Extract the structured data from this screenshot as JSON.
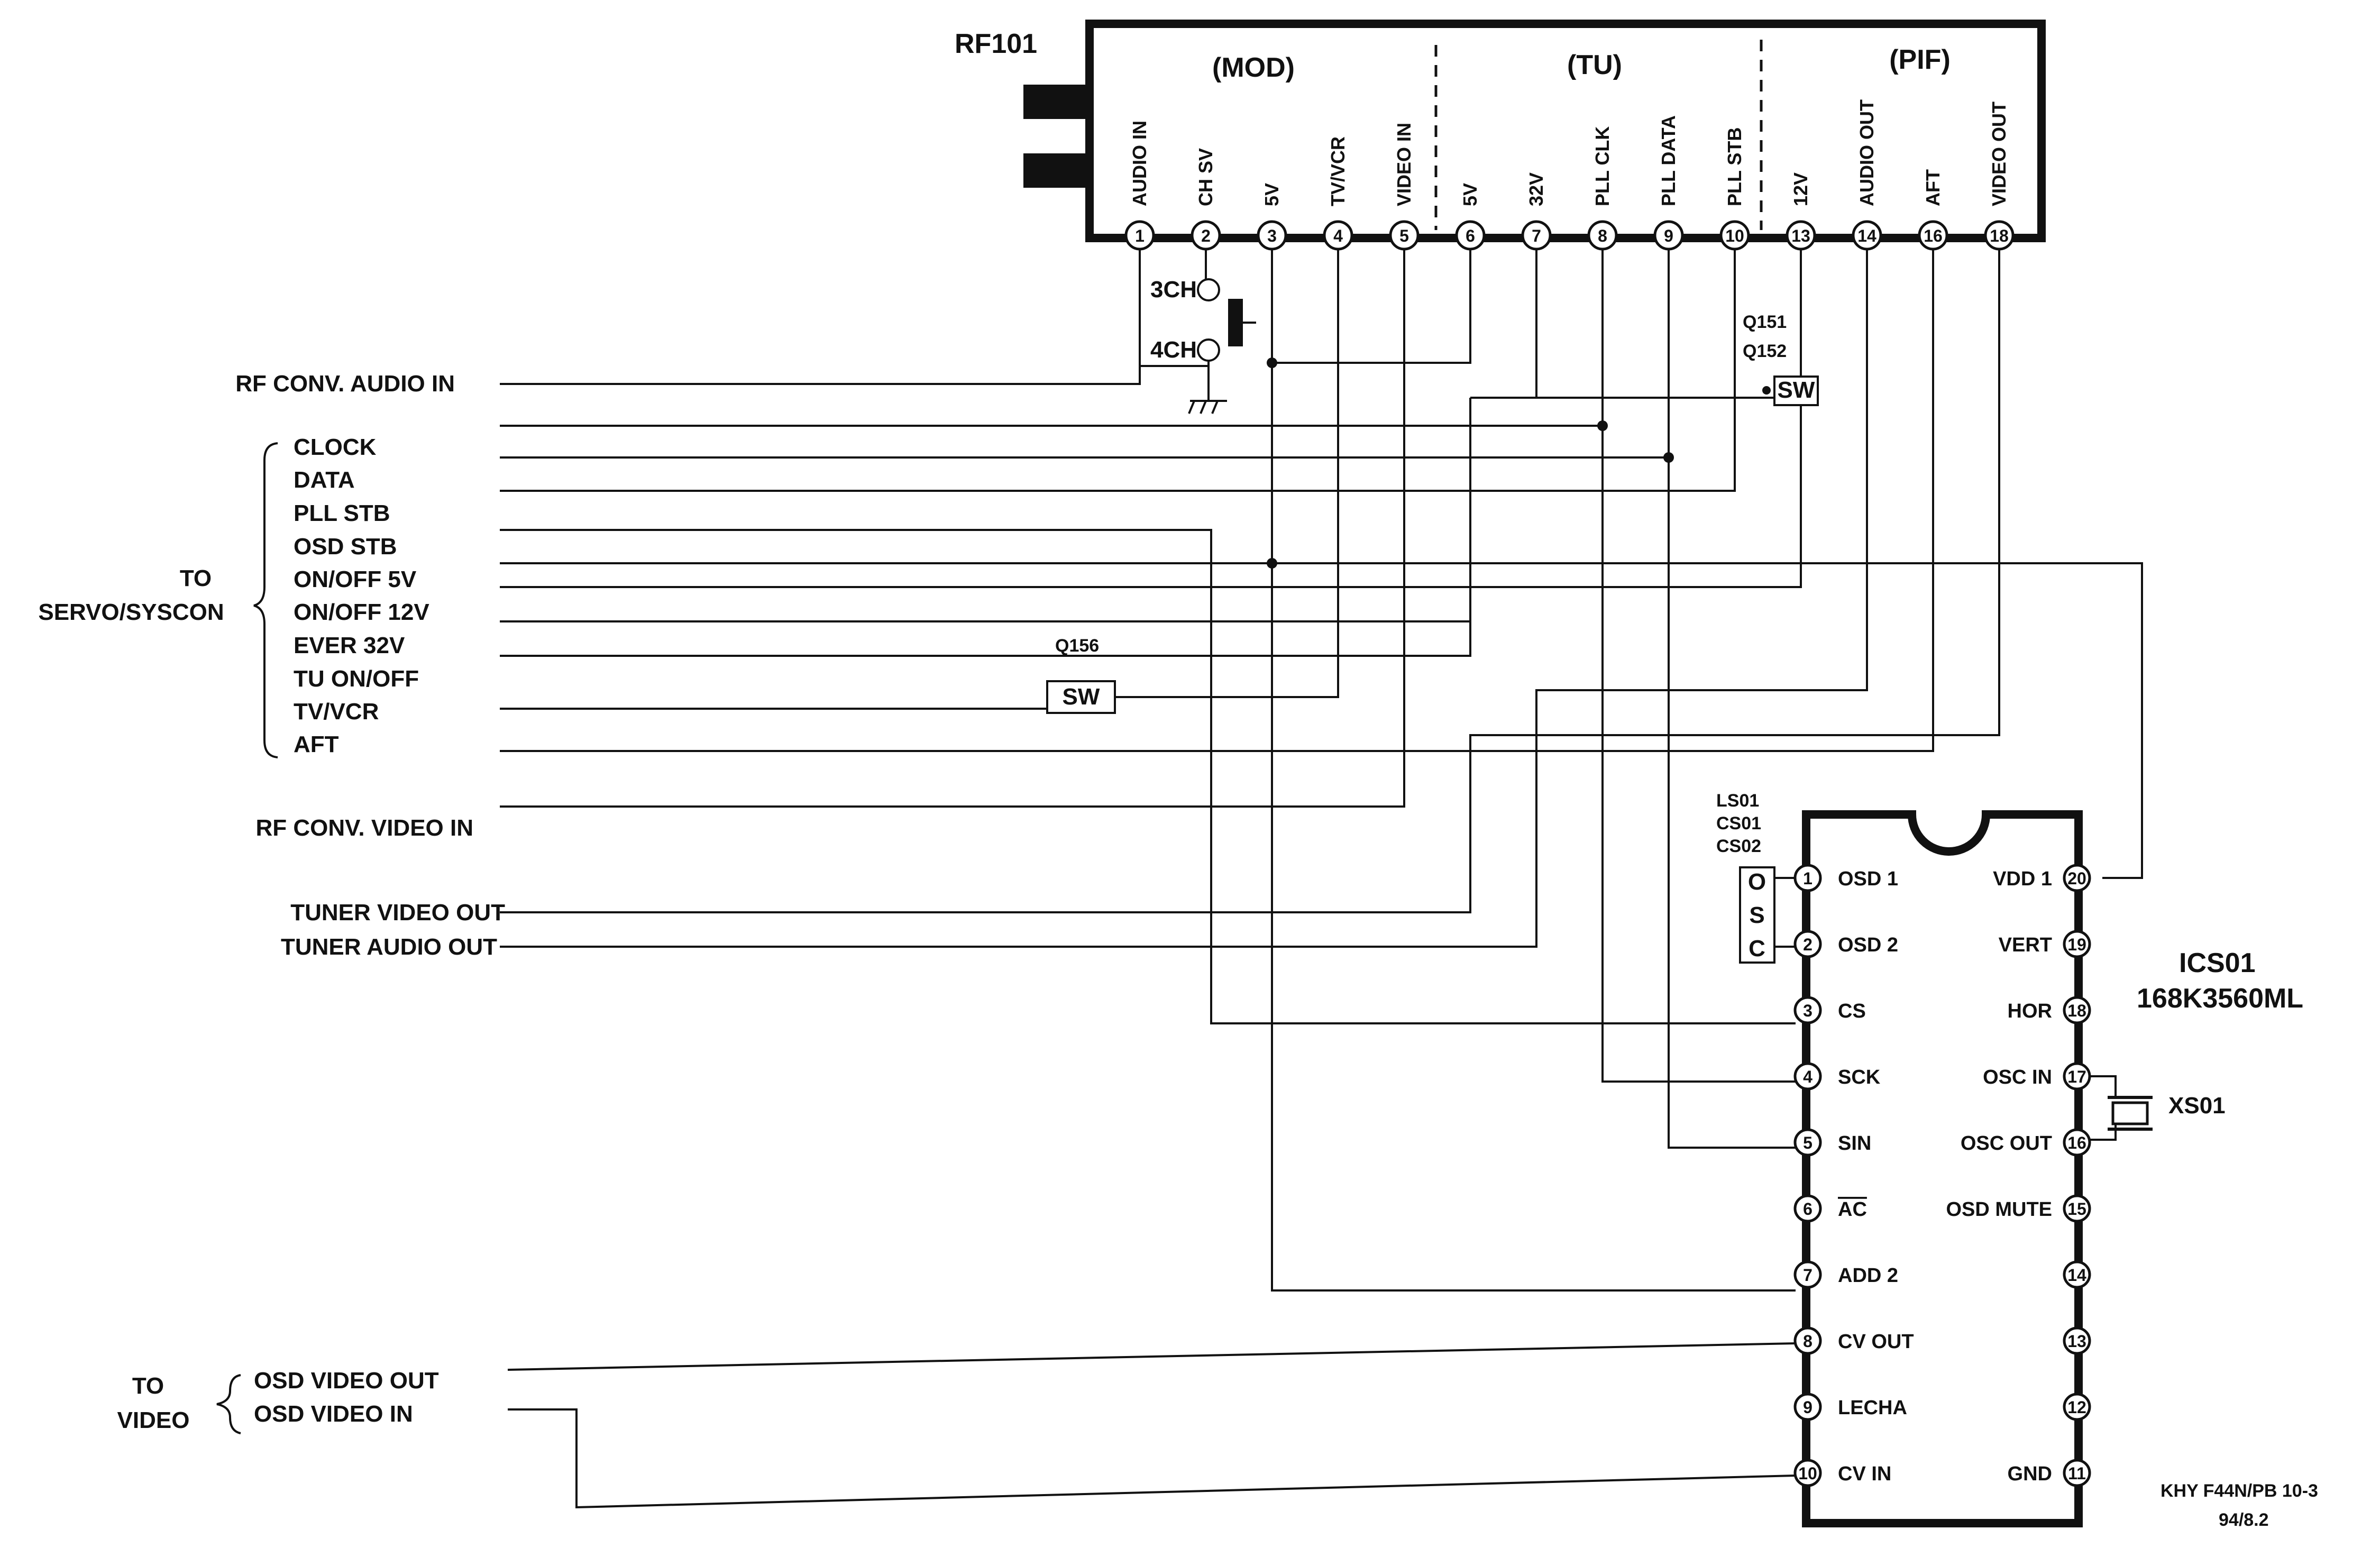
{
  "rf101": {
    "ref": "RF101",
    "sections": [
      "(MOD)",
      "(TU)",
      "(PIF)"
    ],
    "pins": [
      {
        "num": "1",
        "label": "AUDIO IN"
      },
      {
        "num": "2",
        "label": "CH SV"
      },
      {
        "num": "3",
        "label": "5V"
      },
      {
        "num": "4",
        "label": "TV/VCR"
      },
      {
        "num": "5",
        "label": "VIDEO IN"
      },
      {
        "num": "6",
        "label": "5V"
      },
      {
        "num": "7",
        "label": "32V"
      },
      {
        "num": "8",
        "label": "PLL CLK"
      },
      {
        "num": "9",
        "label": "PLL DATA"
      },
      {
        "num": "10",
        "label": "PLL STB"
      },
      {
        "num": "13",
        "label": "12V"
      },
      {
        "num": "14",
        "label": "AUDIO OUT"
      },
      {
        "num": "16",
        "label": "AFT"
      },
      {
        "num": "18",
        "label": "VIDEO OUT"
      }
    ]
  },
  "channel_switch": {
    "ch3": "3CH",
    "ch4": "4CH"
  },
  "switches": [
    {
      "ref1": "Q151",
      "ref2": "Q152",
      "label": "SW"
    },
    {
      "ref1": "Q156",
      "ref2": "",
      "label": "SW"
    }
  ],
  "signals": {
    "rf_audio_in": "RF CONV. AUDIO IN",
    "group_servo": {
      "title_line1": "TO",
      "title_line2": "SERVO/SYSCON",
      "items": [
        "CLOCK",
        "DATA",
        "PLL STB",
        "OSD STB",
        "ON/OFF 5V",
        "ON/OFF 12V",
        "EVER 32V",
        "TU ON/OFF",
        "TV/VCR",
        "AFT"
      ]
    },
    "rf_video_in": "RF CONV. VIDEO IN",
    "tuner_video_out": "TUNER VIDEO OUT",
    "tuner_audio_out": "TUNER AUDIO OUT",
    "group_video": {
      "title_line1": "TO",
      "title_line2": "VIDEO",
      "items": [
        "OSD VIDEO OUT",
        "OSD VIDEO IN"
      ]
    }
  },
  "ic": {
    "ref": "ICS01",
    "part": "168K3560ML",
    "left_pins": [
      {
        "num": "1",
        "label": "OSD 1"
      },
      {
        "num": "2",
        "label": "OSD 2"
      },
      {
        "num": "3",
        "label": "CS"
      },
      {
        "num": "4",
        "label": "SCK"
      },
      {
        "num": "5",
        "label": "SIN"
      },
      {
        "num": "6",
        "label": "AC"
      },
      {
        "num": "7",
        "label": "ADD 2"
      },
      {
        "num": "8",
        "label": "CV OUT"
      },
      {
        "num": "9",
        "label": "LECHA"
      },
      {
        "num": "10",
        "label": "CV IN"
      }
    ],
    "right_pins": [
      {
        "num": "20",
        "label": "VDD 1"
      },
      {
        "num": "19",
        "label": "VERT"
      },
      {
        "num": "18",
        "label": "HOR"
      },
      {
        "num": "17",
        "label": "OSC IN"
      },
      {
        "num": "16",
        "label": "OSC OUT"
      },
      {
        "num": "15",
        "label": "OSD MUTE"
      },
      {
        "num": "14",
        "label": ""
      },
      {
        "num": "13",
        "label": ""
      },
      {
        "num": "12",
        "label": ""
      },
      {
        "num": "11",
        "label": "GND"
      }
    ]
  },
  "lsc": {
    "refs": [
      "LS01",
      "CS01",
      "CS02"
    ],
    "letters": [
      "O",
      "S",
      "C"
    ]
  },
  "crystal": "XS01",
  "footer": {
    "line1": "KHY F44N/PB 10-3",
    "line2": "94/8.2"
  }
}
